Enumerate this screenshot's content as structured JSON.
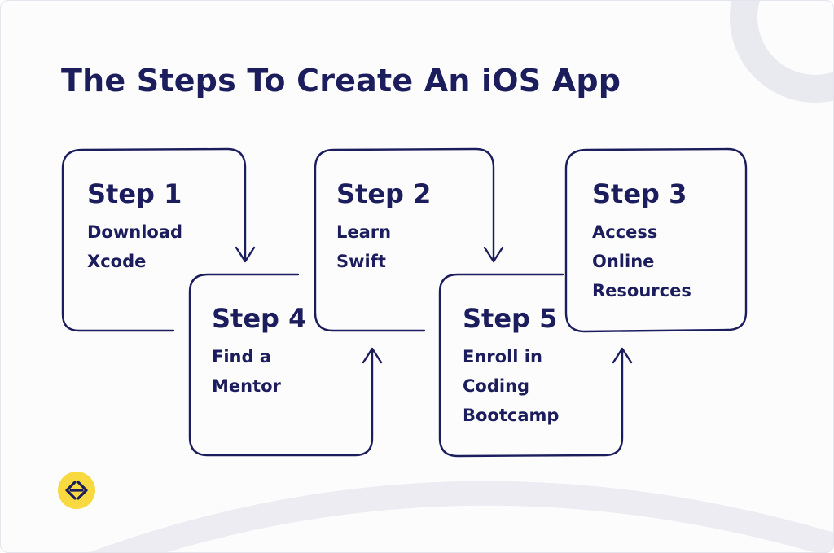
{
  "title": "The Steps To Create An iOS App",
  "steps": [
    {
      "heading": "Step 1",
      "lines": [
        "Download",
        "Xcode"
      ]
    },
    {
      "heading": "Step 2",
      "lines": [
        "Learn",
        "Swift"
      ]
    },
    {
      "heading": "Step 3",
      "lines": [
        "Access",
        "Online",
        "Resources"
      ]
    },
    {
      "heading": "Step 4",
      "lines": [
        "Find a",
        "Mentor"
      ]
    },
    {
      "heading": "Step 5",
      "lines": [
        "Enroll in",
        "Coding",
        "Bootcamp"
      ]
    }
  ],
  "colors": {
    "ink": "#1c1d5c",
    "decor": "#e9e9f0",
    "logo_yellow": "#f8d93f"
  },
  "icons": [
    "down-arrow-icon",
    "up-arrow-icon",
    "brand-logo-icon"
  ]
}
